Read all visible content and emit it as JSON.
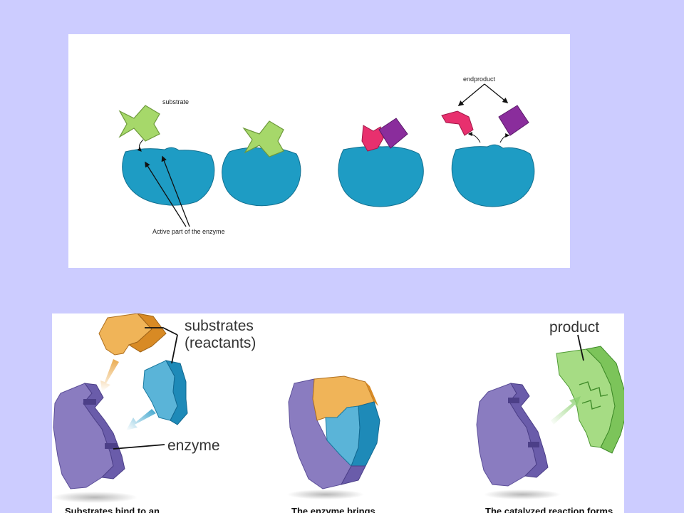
{
  "top_figure": {
    "labels": {
      "substrate": "substrate",
      "end_product": "endproduct",
      "active_part": "Active part of the enzyme"
    },
    "colors": {
      "enzyme": "#1e9cc4",
      "substrate": "#a6d86a",
      "product_pink": "#e8306e",
      "product_purple": "#8a2d9c"
    }
  },
  "bottom_figure": {
    "labels": {
      "substrates": "substrates",
      "reactants": "(reactants)",
      "enzyme": "enzyme",
      "product": "product"
    },
    "captions": [
      "Substrates bind to an",
      "The enzyme brings",
      "The catalyzed reaction forms"
    ],
    "colors": {
      "enzyme": "#8a7cc0",
      "substrate_orange": "#e8a23c",
      "substrate_blue": "#2a9cc8",
      "product": "#8cd070"
    }
  }
}
